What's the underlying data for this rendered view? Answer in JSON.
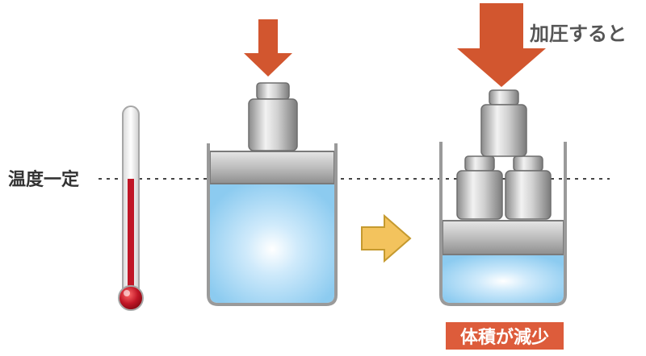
{
  "labels": {
    "temperature_constant": "温度一定",
    "when_pressurized": "加圧すると",
    "volume_decreases": "体積が減少"
  },
  "colors": {
    "arrow_red": "#d2562f",
    "arrow_yellow": "#f3c35d",
    "badge_bg": "#dd5c3b",
    "water": "#9fd3f3",
    "thermometer_liquid": "#c01626",
    "container_stroke": "#9a9a9a"
  },
  "icons": {
    "thermometer": "thermometer-icon",
    "weight": "weight-icon",
    "down_arrow": "down-arrow-icon",
    "right_arrow": "right-arrow-icon"
  }
}
